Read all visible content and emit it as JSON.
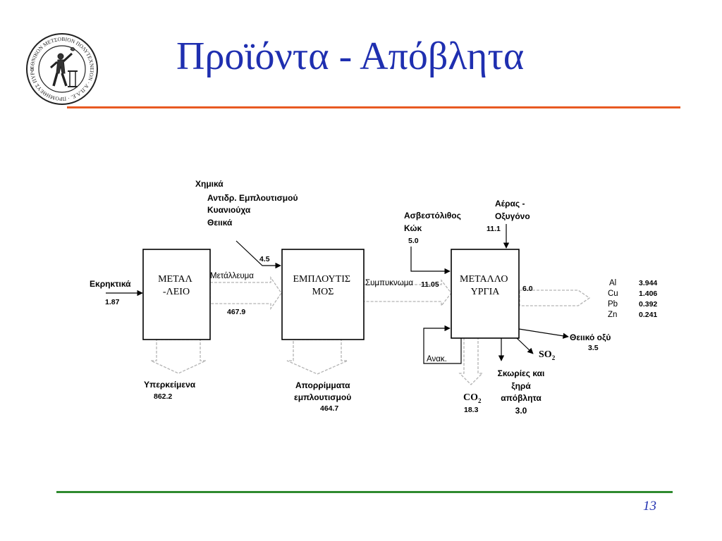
{
  "header": {
    "title": "Προϊόντα - Απόβλητα",
    "seal_text": "ΕΘΝΙΚΟΝ ΜΕΤΣΟΒΙΟΝ ΠΟΛΥΤΕΧΝΕΙΟΝ · Α.Π.Λ.Ε. · ΠΡΟΜΗΘΕΥΣ ΠΥΡΦΟΡΟΣ"
  },
  "footer": {
    "page_number": "13"
  },
  "diagram": {
    "boxes": {
      "mining": "ΜΕΤΑΛ\n-ΛΕΙΟ",
      "beneficiation": "ΕΜΠΛΟΥΤΙΣ\nΜΟΣ",
      "metallurgy": "ΜΕΤΑΛΛΟ\nΥΡΓΙΑ"
    },
    "inputs": {
      "explosives": {
        "label": "Εκρηκτικά",
        "value": "1.87"
      },
      "chemicals": {
        "title": "Χημικά",
        "lines": [
          "Αντιδρ. Εμπλουτισμού",
          "Κυανιούχα",
          "Θειικά"
        ],
        "value": "4.5"
      },
      "limestone_coke": {
        "lines": [
          "Ασβεστόλιθος",
          "Κώκ"
        ],
        "value": "5.0"
      },
      "air_oxygen": {
        "lines": [
          "Αέρας -",
          "Οξυγόνο"
        ],
        "value": "11.1"
      }
    },
    "flows": {
      "ore": {
        "label": "Μετάλλευμα",
        "value": "467.9"
      },
      "concentrate": {
        "label": "Συμπυκνωμα",
        "value": "11.05"
      },
      "metals_out": {
        "value": "6.0"
      }
    },
    "outputs": {
      "overburden": {
        "label": "Υπερκείμενα",
        "value": "862.2"
      },
      "tailings": {
        "lines": [
          "Απορρίμματα",
          "εμπλουτισμού"
        ],
        "value": "464.7"
      },
      "recycle": {
        "label": "Ανακ."
      },
      "co2": {
        "formula": "CO",
        "subscript": "2",
        "value": "18.3"
      },
      "slag": {
        "lines": [
          "Σκωρίες και",
          "ξηρά",
          "απόβλητα"
        ],
        "value": "3.0"
      },
      "so2": {
        "formula": "SO",
        "subscript": "2"
      },
      "sulfuric_acid": {
        "label": "Θειικό οξύ",
        "value": "3.5"
      }
    },
    "metals": [
      {
        "symbol": "Al",
        "value": "3.944"
      },
      {
        "symbol": "Cu",
        "value": "1.406"
      },
      {
        "symbol": "Pb",
        "value": "0.392"
      },
      {
        "symbol": "Zn",
        "value": "0.241"
      }
    ]
  }
}
